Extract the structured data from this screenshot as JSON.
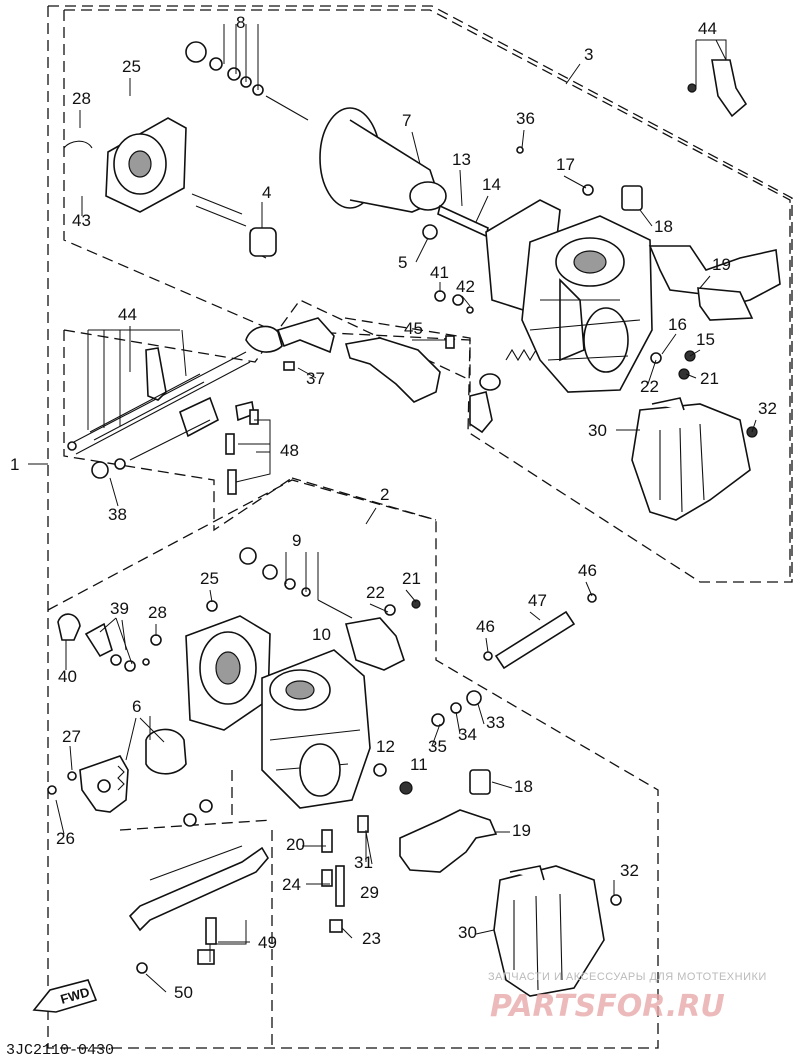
{
  "diagram": {
    "reference_code": "3JC2110-0430",
    "fwd_label": "FWD",
    "watermark_top": "ЗАПЧАСТИ И АКСЕССУАРЫ ДЛЯ МОТОТЕХНИКИ",
    "watermark_brand": "PARTSFOR.RU",
    "callouts": [
      "1",
      "2",
      "3",
      "4",
      "5",
      "6",
      "7",
      "8",
      "9",
      "10",
      "11",
      "12",
      "13",
      "14",
      "15",
      "16",
      "17",
      "18",
      "18",
      "19",
      "19",
      "20",
      "21",
      "21",
      "22",
      "22",
      "23",
      "24",
      "25",
      "25",
      "26",
      "27",
      "28",
      "28",
      "29",
      "30",
      "30",
      "31",
      "32",
      "32",
      "33",
      "34",
      "35",
      "36",
      "37",
      "38",
      "39",
      "40",
      "41",
      "42",
      "43",
      "44",
      "44",
      "45",
      "46",
      "46",
      "47",
      "48",
      "49",
      "50"
    ]
  }
}
